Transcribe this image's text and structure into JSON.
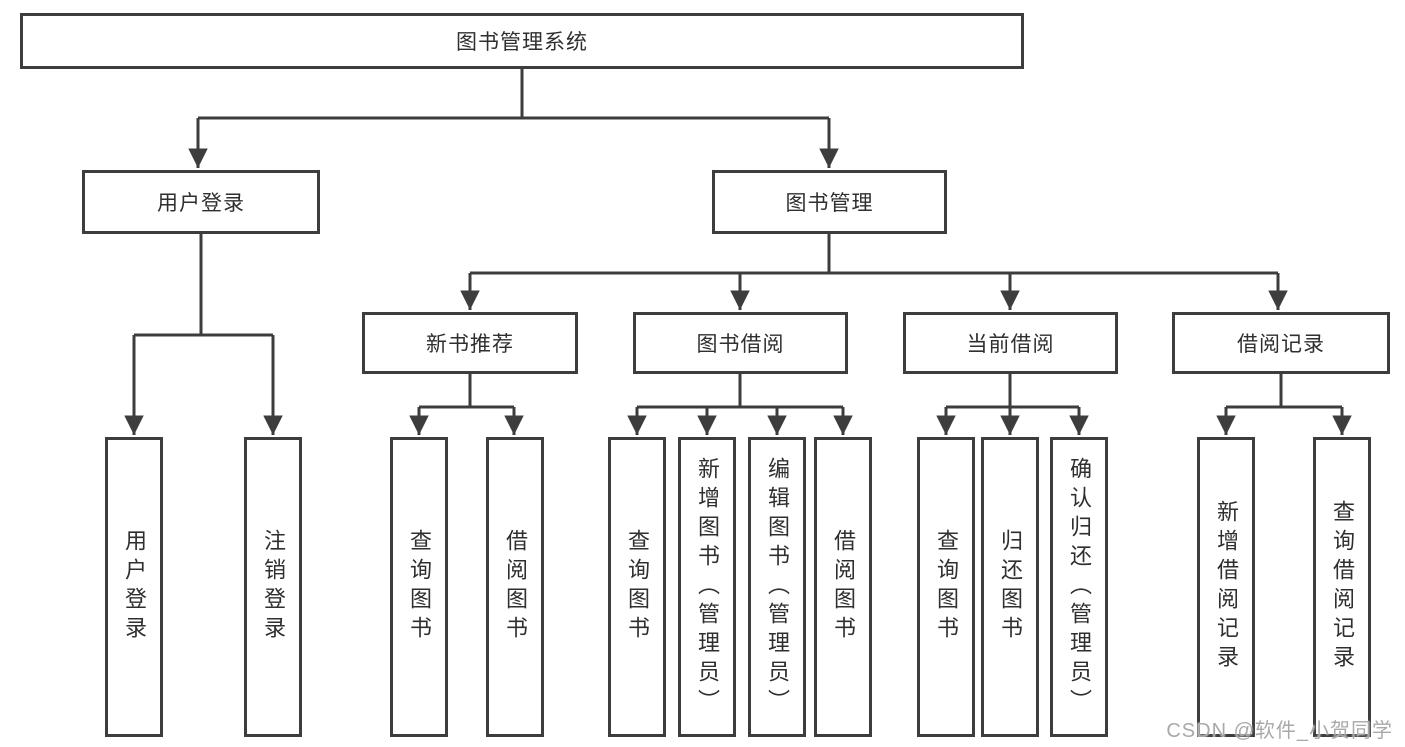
{
  "diagram": {
    "root": {
      "label": "图书管理系统"
    },
    "branches": [
      {
        "id": "user-login",
        "label": "用户登录",
        "children": [
          {
            "id": "user-login-leaf",
            "label": "用户登录"
          },
          {
            "id": "logout",
            "label": "注销登录"
          }
        ]
      },
      {
        "id": "book-management",
        "label": "图书管理",
        "children": [
          {
            "id": "new-book-recommend",
            "label": "新书推荐",
            "children": [
              {
                "id": "recommend-query-books",
                "label": "查询图书"
              },
              {
                "id": "recommend-borrow-books",
                "label": "借阅图书"
              }
            ]
          },
          {
            "id": "book-borrowing",
            "label": "图书借阅",
            "children": [
              {
                "id": "borrowing-query-books",
                "label": "查询图书"
              },
              {
                "id": "add-books-admin",
                "label": "新增图书（管理员）"
              },
              {
                "id": "edit-books-admin",
                "label": "编辑图书（管理员）"
              },
              {
                "id": "borrowing-borrow-books",
                "label": "借阅图书"
              }
            ]
          },
          {
            "id": "current-borrowing",
            "label": "当前借阅",
            "children": [
              {
                "id": "current-query-books",
                "label": "查询图书"
              },
              {
                "id": "return-books",
                "label": "归还图书"
              },
              {
                "id": "confirm-return-admin",
                "label": "确认归还（管理员）"
              }
            ]
          },
          {
            "id": "borrowing-records",
            "label": "借阅记录",
            "children": [
              {
                "id": "add-borrow-record",
                "label": "新增借阅记录"
              },
              {
                "id": "query-borrow-record",
                "label": "查询借阅记录"
              }
            ]
          }
        ]
      }
    ]
  },
  "watermark": {
    "text": "CSDN @软件_小贺同学",
    "color": "#a9a9a9"
  },
  "theme": {
    "line_color": "#3d3d3d",
    "background": "#ffffff"
  }
}
